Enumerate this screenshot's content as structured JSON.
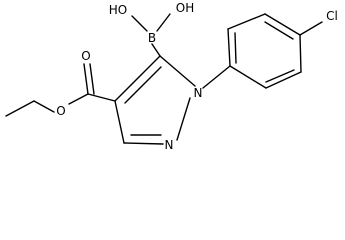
{
  "molecule": {
    "atoms": {
      "boronic_oh_left": "HO",
      "boronic_oh_right": "OH",
      "boron": "B",
      "chlorine": "Cl",
      "ring_n1": "N",
      "ring_n2": "N",
      "ester_o_carbonyl": "O",
      "ester_o_ether": "O"
    }
  }
}
